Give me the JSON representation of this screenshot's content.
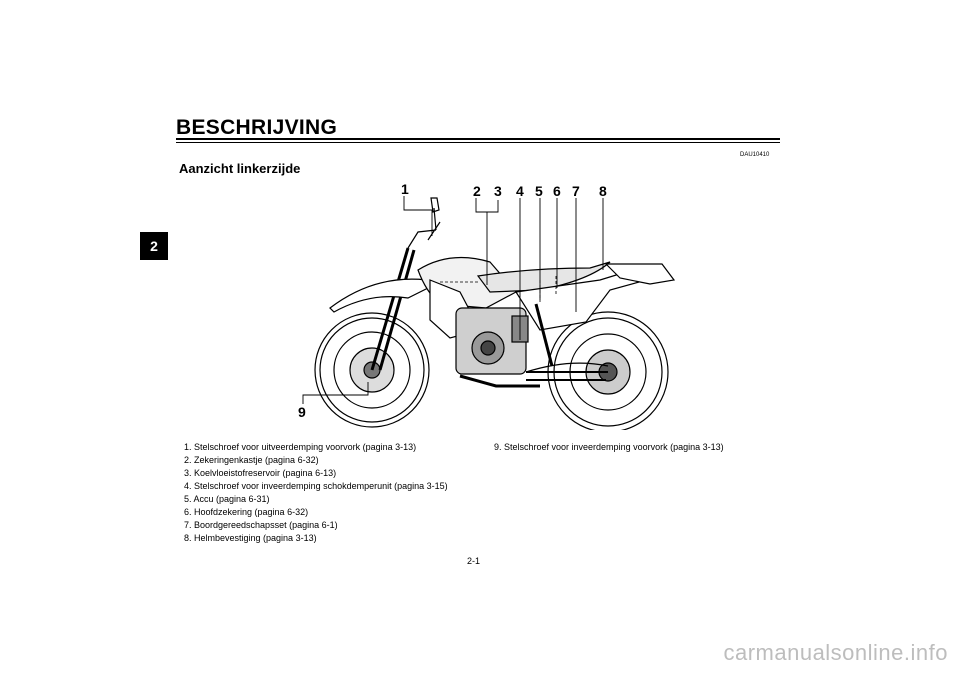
{
  "header": {
    "title": "BESCHRIJVING",
    "chapter_tab": "2",
    "code": "DAU10410",
    "subtitle": "Aanzicht linkerzijde"
  },
  "callout_numbers": [
    "1",
    "2",
    "3",
    "4",
    "5",
    "6",
    "7",
    "8",
    "9"
  ],
  "legend_left": [
    "1. Stelschroef voor uitveerdemping voorvork (pagina 3-13)",
    "2. Zekeringenkastje (pagina 6-32)",
    "3. Koelvloeistofreservoir (pagina 6-13)",
    "4. Stelschroef voor inveerdemping schokdemperunit (pagina 3-15)",
    "5. Accu (pagina 6-31)",
    "6. Hoofdzekering (pagina 6-32)",
    "7. Boordgereedschapsset (pagina 6-1)",
    "8. Helmbevestiging (pagina 3-13)"
  ],
  "legend_right": [
    "9. Stelschroef voor inveerdemping voorvork (pagina 3-13)"
  ],
  "footer": {
    "page_number": "2-1",
    "watermark": "carmanualsonline.info"
  }
}
